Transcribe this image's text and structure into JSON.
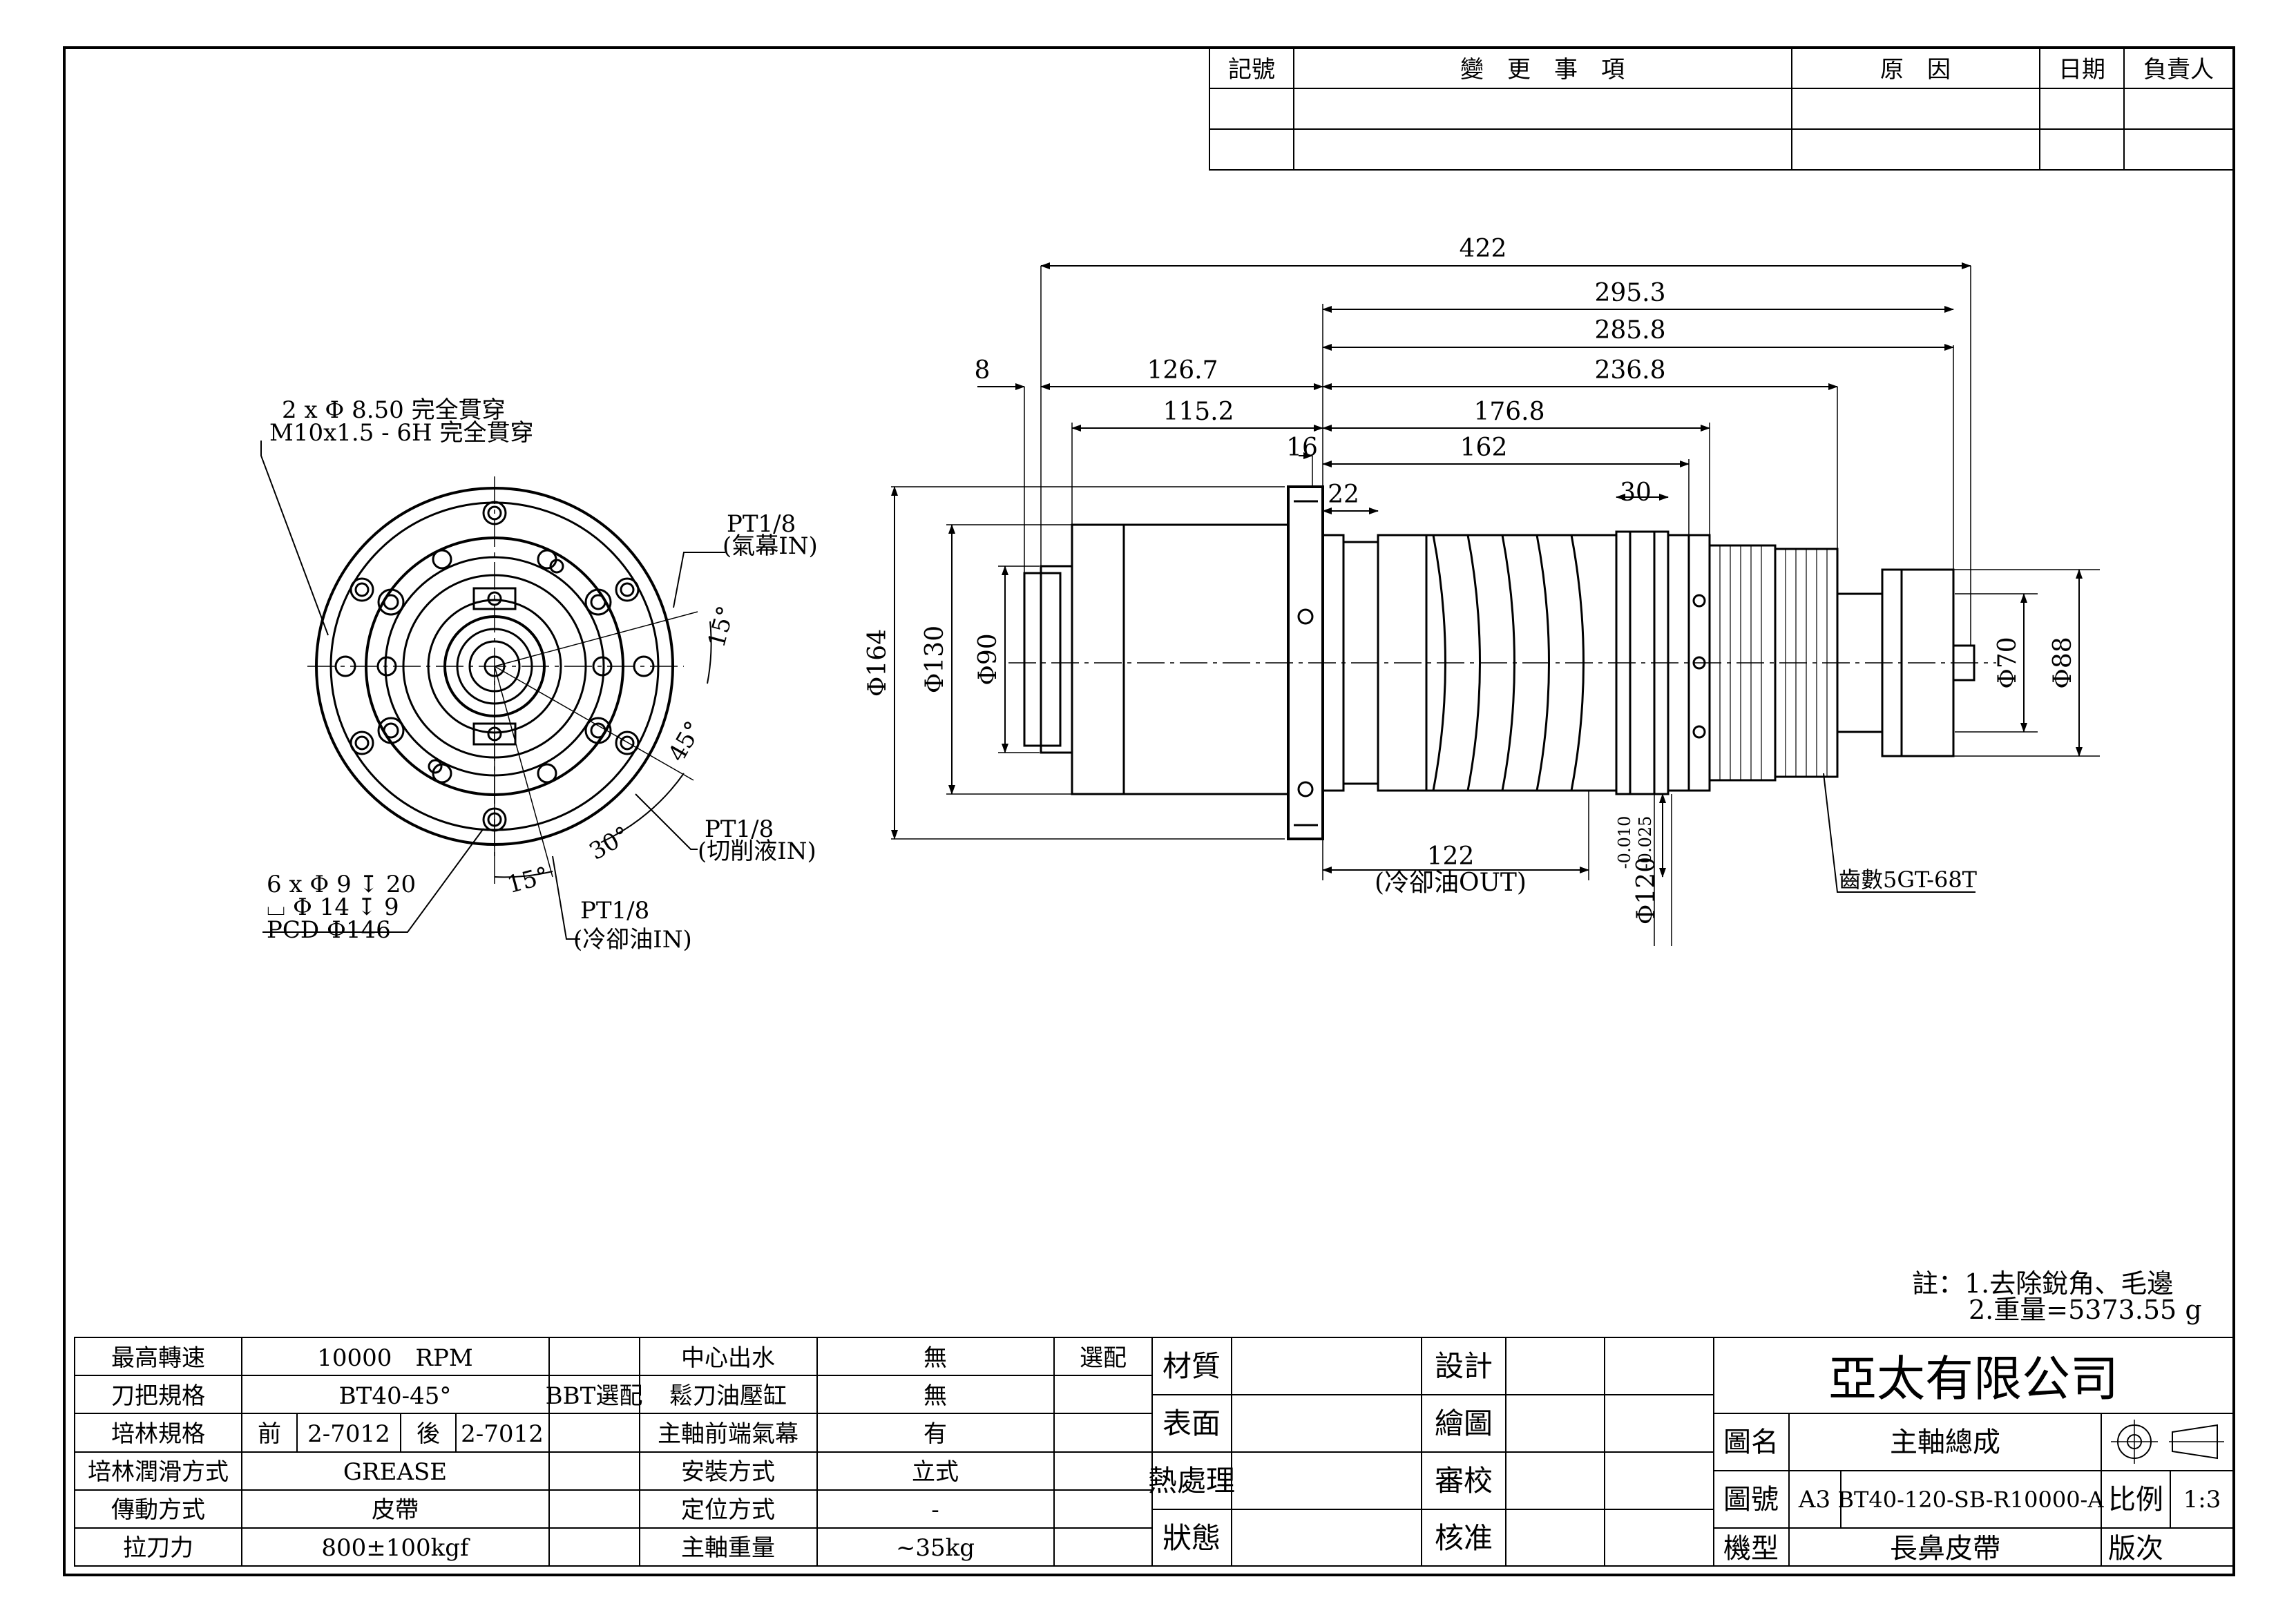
{
  "revision_table": {
    "headers": [
      "記號",
      "變　更　事　項",
      "原　因",
      "日期",
      "負責人"
    ]
  },
  "dimensions": {
    "d422": "422",
    "d295_3": "295.3",
    "d285_8": "285.8",
    "d236_8": "236.8",
    "d126_7": "126.7",
    "d8": "8",
    "d115_2": "115.2",
    "d176_8": "176.8",
    "d16": "16",
    "d162": "162",
    "d22": "22",
    "d30": "30",
    "d122": "122",
    "coolant_out": "(冷卻油OUT)",
    "dia164": "Φ164",
    "dia130": "Φ130",
    "dia90": "Φ90",
    "dia70": "Φ70",
    "dia88": "Φ88",
    "dia120": "Φ120",
    "tol_upper": "-0.010",
    "tol_lower": "-0.025",
    "pulley": "齒數5GT-68T"
  },
  "front_view": {
    "hole_note_1": "2 x Φ 8.50 完全貫穿",
    "hole_note_2": "M10x1.5 - 6H 完全貫穿",
    "pt_air": "PT1/8",
    "pt_air_label": "(氣幕IN)",
    "pt_cut": "PT1/8",
    "pt_cut_label": "(切削液IN)",
    "pt_cool": "PT1/8",
    "pt_cool_label": "(冷卻油IN)",
    "bolt_1": "6 x Φ 9 ↧ 20",
    "bolt_2": "⌴ Φ 14 ↧ 9",
    "bolt_3": "PCD Φ146",
    "angle_15a": "15°",
    "angle_45": "45°",
    "angle_30": "30°",
    "angle_15b": "15°"
  },
  "notes": {
    "line1": "註：1.去除銳角、毛邊",
    "line2": "2.重量=5373.55 g"
  },
  "spec_table": {
    "rows": [
      [
        "最高轉速",
        "10000　RPM",
        "中心出水",
        "無",
        "選配"
      ],
      [
        "刀把規格",
        "BT40-45°",
        "BBT選配",
        "鬆刀油壓缸",
        "無"
      ],
      [
        "培林規格",
        "前",
        "2-7012",
        "後",
        "2-7012",
        "主軸前端氣幕",
        "有"
      ],
      [
        "培林潤滑方式",
        "GREASE",
        "安裝方式",
        "立式"
      ],
      [
        "傳動方式",
        "皮帶",
        "定位方式",
        "-"
      ],
      [
        "拉刀力",
        "800±100kgf",
        "主軸重量",
        "~35kg"
      ]
    ]
  },
  "material_block": {
    "left": [
      "材質",
      "表面",
      "熱處理",
      "狀態"
    ],
    "right": [
      "設計",
      "繪圖",
      "審校",
      "核准"
    ]
  },
  "company_block": {
    "company": "亞太有限公司",
    "name_label": "圖名",
    "name_value": "主軸總成",
    "no_label": "圖號",
    "sheet_size": "A3",
    "no_value": "BT40-120-SB-R10000-A",
    "scale_label": "比例",
    "scale_value": "1:3",
    "model_label": "機型",
    "model_value": "長鼻皮帶",
    "rev_label": "版次"
  }
}
